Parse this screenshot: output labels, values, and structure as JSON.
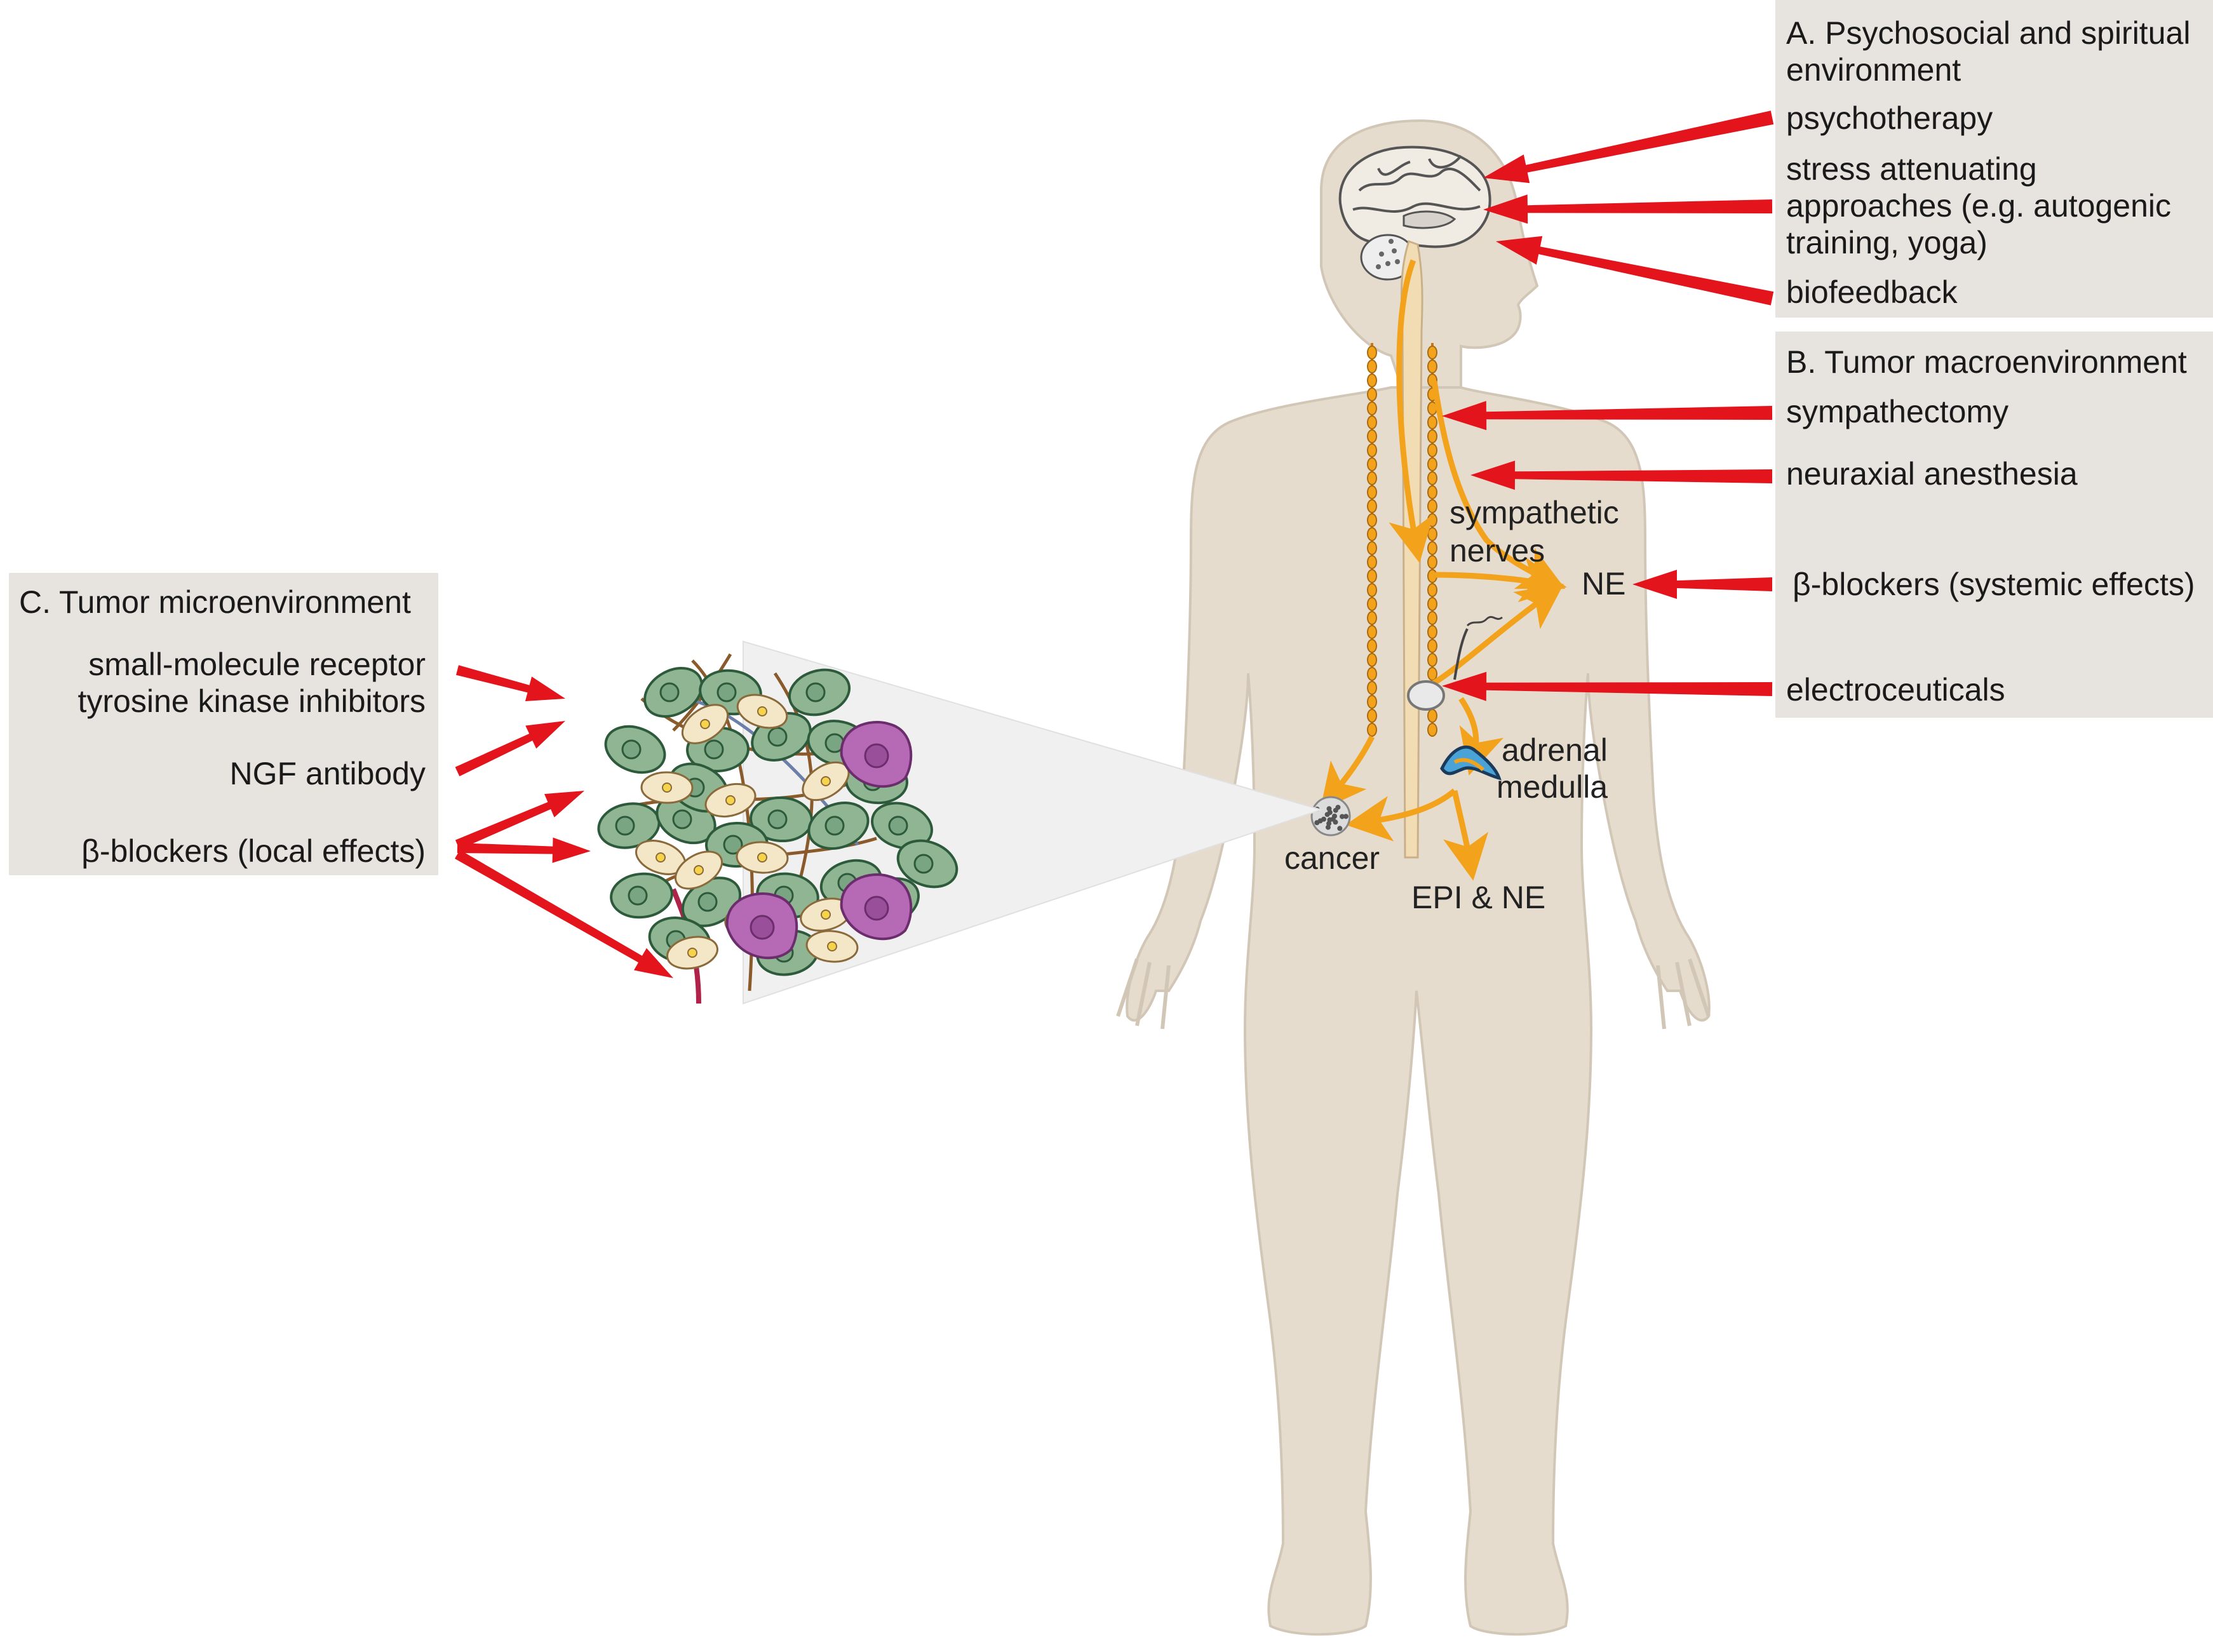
{
  "panel_a": {
    "title_line1": "A. Psychosocial and spiritual",
    "title_line2": "environment",
    "items": [
      "psychotherapy",
      "stress attenuating",
      "approaches (e.g. autogenic",
      "training, yoga)",
      "biofeedback"
    ]
  },
  "panel_b": {
    "title": "B. Tumor macroenvironment",
    "items": [
      "sympathectomy",
      "neuraxial anesthesia",
      "β-blockers (systemic effects)",
      "electroceuticals"
    ]
  },
  "panel_c": {
    "title": "C. Tumor microenvironment",
    "items": [
      "small-molecule receptor",
      "tyrosine kinase inhibitors",
      "NGF antibody",
      "β-blockers (local effects)"
    ]
  },
  "body_labels": {
    "sympathetic_line1": "sympathetic",
    "sympathetic_line2": "nerves",
    "ne": "NE",
    "adrenal_line1": "adrenal",
    "adrenal_line2": "medulla",
    "cancer": "cancer",
    "epi_ne": "EPI & NE"
  },
  "colors": {
    "panel_bg": "#e7e3de",
    "body_fill": "#e6dccd",
    "red_arrow": "#e3141b",
    "orange_arrow": "#f3a21c",
    "green_cell": "#8fb593",
    "cream_cell": "#f4e7c8",
    "purple_cell": "#b66ab6"
  },
  "icons": [
    "brain-icon",
    "spinal-cord-icon",
    "adrenal-gland-icon",
    "tumor-icon",
    "cell-cluster-icon"
  ]
}
